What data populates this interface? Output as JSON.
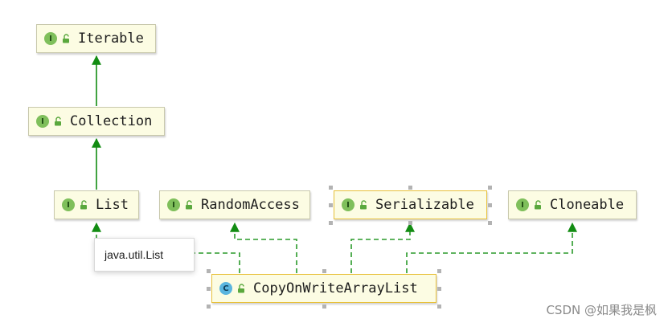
{
  "nodes": {
    "iterable": {
      "label": "Iterable",
      "kind": "I"
    },
    "collection": {
      "label": "Collection",
      "kind": "I"
    },
    "list": {
      "label": "List",
      "kind": "I"
    },
    "random_access": {
      "label": "RandomAccess",
      "kind": "I"
    },
    "serializable": {
      "label": "Serializable",
      "kind": "I"
    },
    "cloneable": {
      "label": "Cloneable",
      "kind": "I"
    },
    "copy_on_write": {
      "label": "CopyOnWriteArrayList",
      "kind": "C"
    }
  },
  "tooltip": {
    "text": "java.util.List"
  },
  "watermark": {
    "text": "CSDN @如果我是枫"
  },
  "colors": {
    "extends_edge": "#128c12",
    "implements_edge": "#2a9a2a",
    "node_fill": "#fcfce3",
    "selected_border": "#e8c13b",
    "interface_badge": "#7fbf5b",
    "class_badge": "#5ab5df"
  }
}
